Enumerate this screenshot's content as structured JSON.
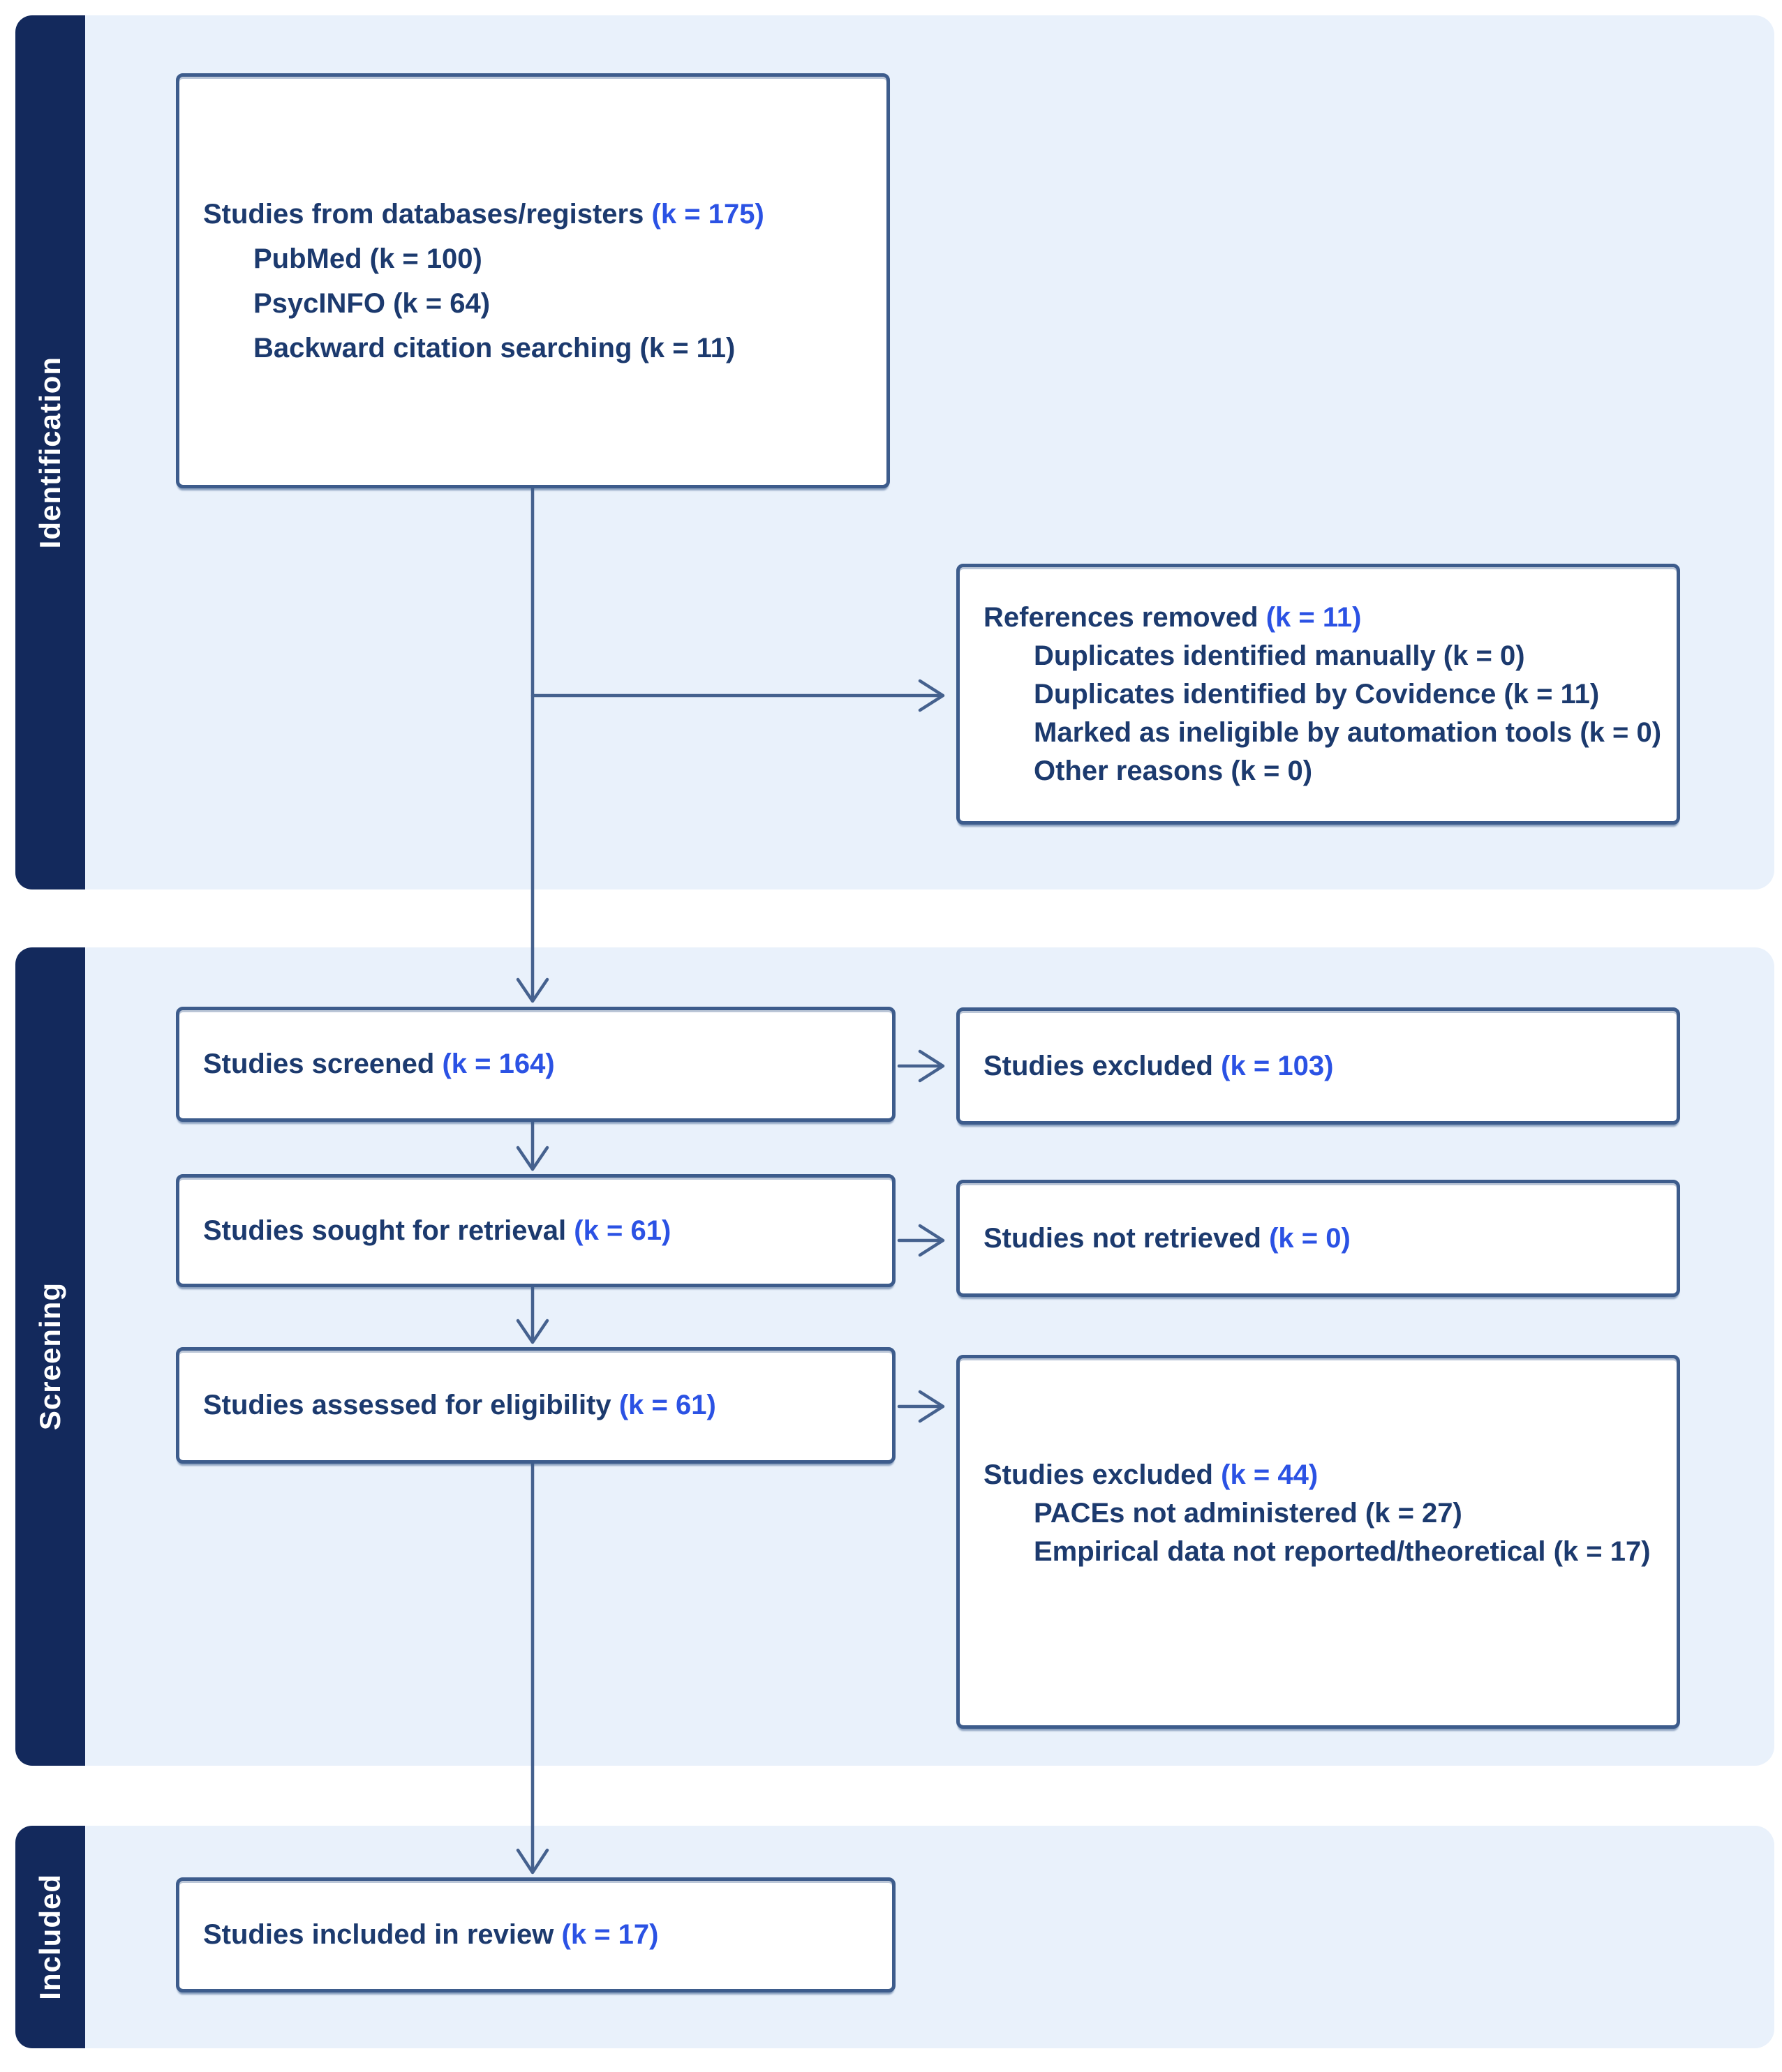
{
  "palette": {
    "sidebar_navy": "#13295C",
    "panel_light_blue": "#E9F1FB",
    "box_border": "#3D5C8C",
    "text_navy": "#1C3A6E",
    "count_blue": "#2B52E4",
    "arrow": "#45618E"
  },
  "sections": [
    {
      "label": "Identification"
    },
    {
      "label": "Screening"
    },
    {
      "label": "Included"
    }
  ],
  "boxes": {
    "sources": {
      "title": "Studies from databases/registers",
      "k": "(k = 175)",
      "items": [
        "PubMed (k = 100)",
        "PsycINFO (k = 64)",
        "Backward citation searching (k = 11)"
      ]
    },
    "references_removed": {
      "title": "References removed",
      "k": "(k = 11)",
      "items": [
        "Duplicates identified manually (k = 0)",
        "Duplicates identified by Covidence (k = 11)",
        "Marked as ineligible by automation tools (k = 0)",
        "Other reasons (k = 0)"
      ]
    },
    "screened": {
      "title": "Studies screened",
      "k": "(k = 164)"
    },
    "excluded_screening": {
      "title": "Studies excluded",
      "k": "(k = 103)"
    },
    "sought": {
      "title": "Studies sought for retrieval",
      "k": "(k = 61)"
    },
    "not_retrieved": {
      "title": "Studies not retrieved",
      "k": "(k = 0)"
    },
    "assessed": {
      "title": "Studies assessed for eligibility",
      "k": "(k = 61)"
    },
    "excluded_eligibility": {
      "title": "Studies excluded",
      "k": "(k = 44)",
      "items": [
        "PACEs not administered (k = 27)",
        "Empirical data not reported/theoretical (k = 17)"
      ]
    },
    "included": {
      "title": "Studies included in review",
      "k": "(k = 17)"
    }
  }
}
